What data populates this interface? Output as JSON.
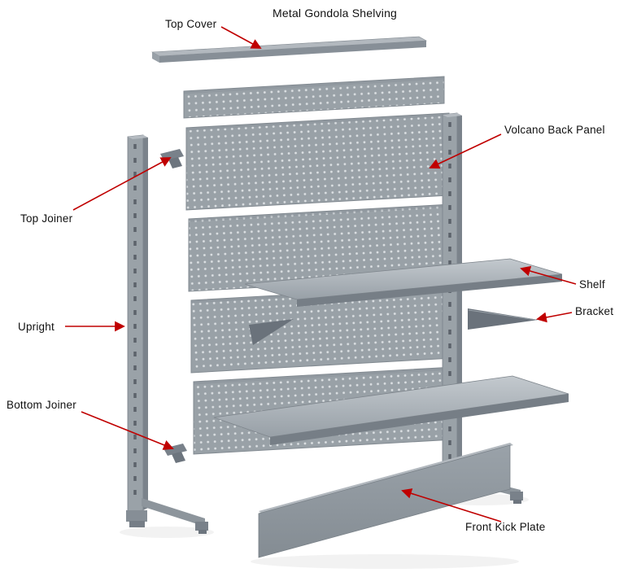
{
  "title": "Metal Gondola Shelving",
  "labels": {
    "top_cover": "Top Cover",
    "volcano_back_panel": "Volcano Back Panel",
    "top_joiner": "Top Joiner",
    "shelf": "Shelf",
    "bracket": "Bracket",
    "upright": "Upright",
    "bottom_joiner": "Bottom Joiner",
    "front_kick_plate": "Front Kick Plate"
  },
  "colors": {
    "annotation": "#c00000",
    "metal": "#99a1a7",
    "metal_dark": "#7b838b",
    "metal_light": "#b5bbc1",
    "background": "#ffffff",
    "text": "#111111"
  }
}
